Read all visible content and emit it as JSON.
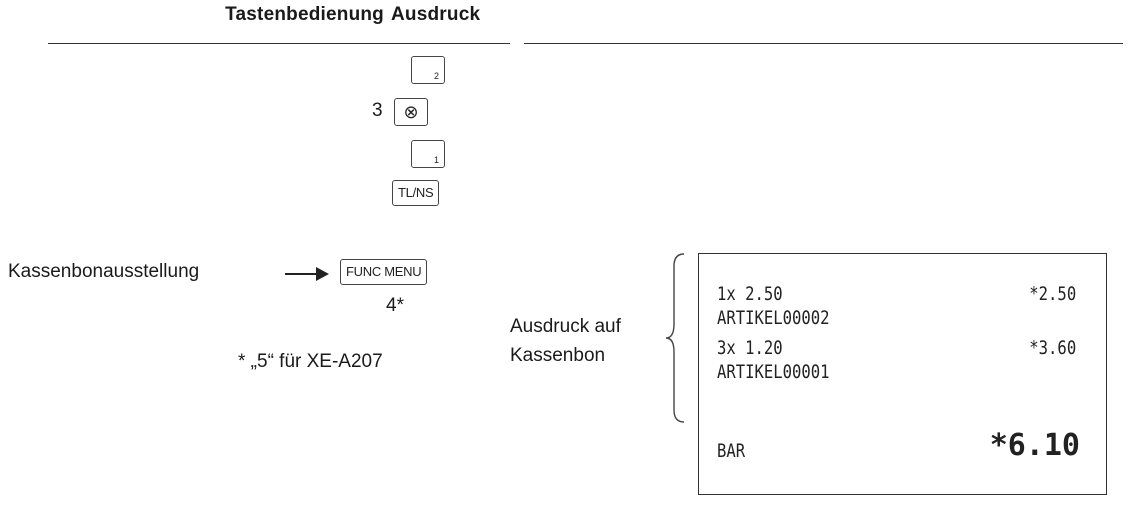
{
  "header": {
    "key_operation": "Tastenbedienung",
    "printout": "Ausdruck"
  },
  "keys": {
    "key_2_sub": "2",
    "qty_3": "3",
    "mult_symbol": "⊗",
    "key_1_sub": "1",
    "tl_ns": "TL/NS",
    "func_menu": "FUNC MENU",
    "step_4": "4*"
  },
  "labels": {
    "receipt_issue": "Kassenbonausstellung",
    "arrow": "→",
    "footnote": "* „5“ für XE-A207",
    "print_on_line1": "Ausdruck auf",
    "print_on_line2": "Kassenbon"
  },
  "receipt": {
    "line1_left": "1x 2.50",
    "line1_right": "*2.50",
    "line2": "ARTIKEL00002",
    "line3_left": "3x 1.20",
    "line3_right": "*3.60",
    "line4": "ARTIKEL00001",
    "total_label": "BAR",
    "total_value": "*6.10"
  }
}
